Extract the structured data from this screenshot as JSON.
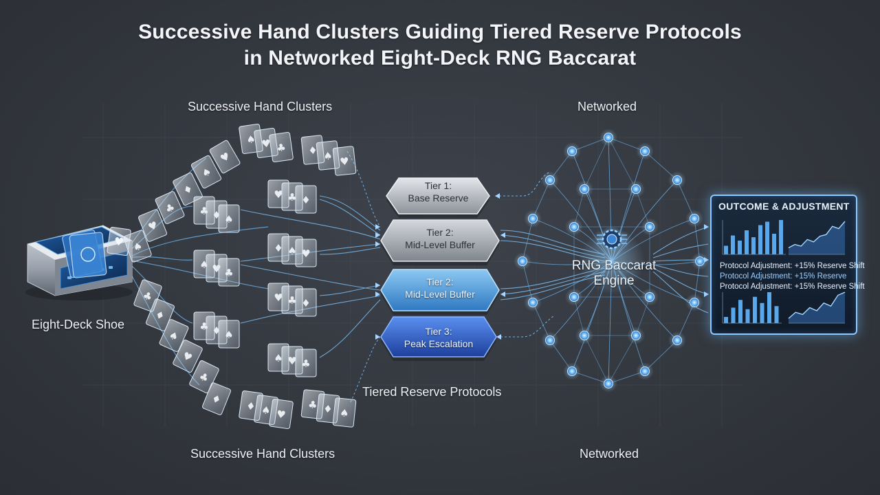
{
  "title": {
    "line1": "Successive Hand Clusters Guiding Tiered Reserve Protocols",
    "line2": "in Networked Eight-Deck RNG Baccarat"
  },
  "labels": {
    "shoe": "Eight-Deck Shoe",
    "clusters_top": "Successive Hand Clusters",
    "clusters_bottom": "Successive Hand Clusters",
    "networked_top": "Networked",
    "networked_bottom": "Networked",
    "tiers_caption": "Tiered Reserve Protocols",
    "engine_line1": "RNG Baccarat",
    "engine_line2": "Engine"
  },
  "tiers": [
    {
      "line1": "Tier 1:",
      "line2": "Base Reserve",
      "color": "#c9ccd1"
    },
    {
      "line1": "Tier 2:",
      "line2": "Mid-Level Buffer",
      "color": "#b8bcc3"
    },
    {
      "line1": "Tier 2:",
      "line2": "Mid-Level Buffer",
      "color": "#4f9ad8"
    },
    {
      "line1": "Tier 3:",
      "line2": "Peak Escalation",
      "color": "#2f5fc4"
    }
  ],
  "panel": {
    "title": "OUTCOME & ADJUSTMENT",
    "line1": "Protocol Adjustment: +15% Reserve Shift",
    "line2": "Protocol Adjustment: +15% Reserve",
    "line3": "Protocol Adjustment: +15% Reserve Shift",
    "bars_top": [
      0.25,
      0.55,
      0.4,
      0.7,
      0.5,
      0.85,
      0.95,
      0.6,
      1.0
    ],
    "bars_bottom": [
      0.2,
      0.5,
      0.75,
      0.45,
      0.85,
      0.65,
      1.0,
      0.55
    ],
    "line_top": [
      0.2,
      0.3,
      0.25,
      0.45,
      0.38,
      0.55,
      0.6,
      0.85,
      0.78,
      1.0
    ],
    "line_bottom": [
      0.15,
      0.35,
      0.28,
      0.5,
      0.4,
      0.65,
      0.55,
      0.9,
      1.0
    ]
  },
  "colors": {
    "accent": "#8ec9ff",
    "node": "#9fd6ff",
    "link": "#6fb6ef"
  },
  "icons": {
    "engine": "gear-chip-icon",
    "card": "playing-card-icon",
    "shoe": "card-shoe-device-icon"
  }
}
